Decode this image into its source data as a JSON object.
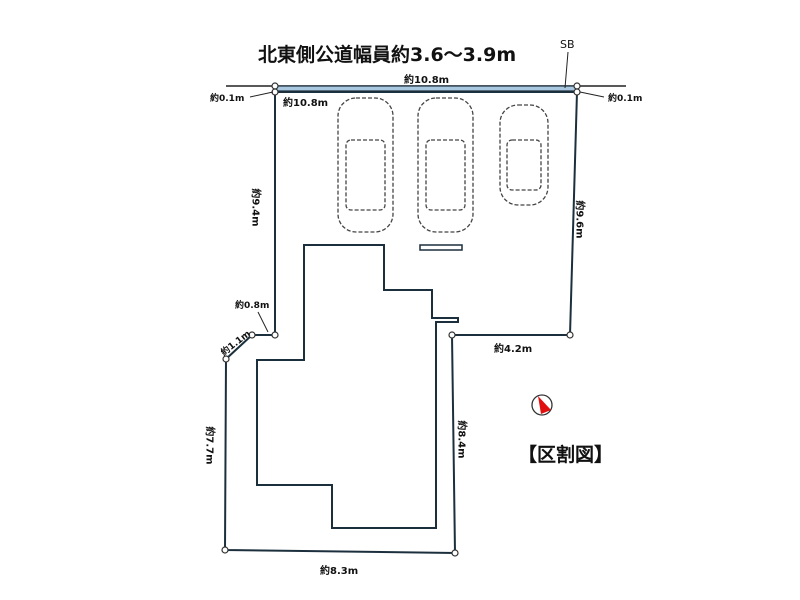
{
  "title": "北東側公道幅員約3.6〜3.9m",
  "heading": "【区割図】",
  "labels": {
    "sb": "SB",
    "road_width": "約10.8m",
    "north_edge": "約10.8m",
    "left_offset": "約0.1m",
    "right_offset": "約0.1m",
    "left_upper": "約9.4m",
    "right_upper": "約9.6m",
    "corner_short": "約0.8m",
    "corner_diag": "約1.1m",
    "left_lower": "約7.7m",
    "right_lower": "約8.4m",
    "step": "約4.2m",
    "bottom": "約8.3m"
  },
  "colors": {
    "line": "#1b2f3d",
    "strip": "#a9c8e0",
    "compass": "#e01010"
  },
  "icons": {
    "compass": "north-arrow-icon"
  }
}
